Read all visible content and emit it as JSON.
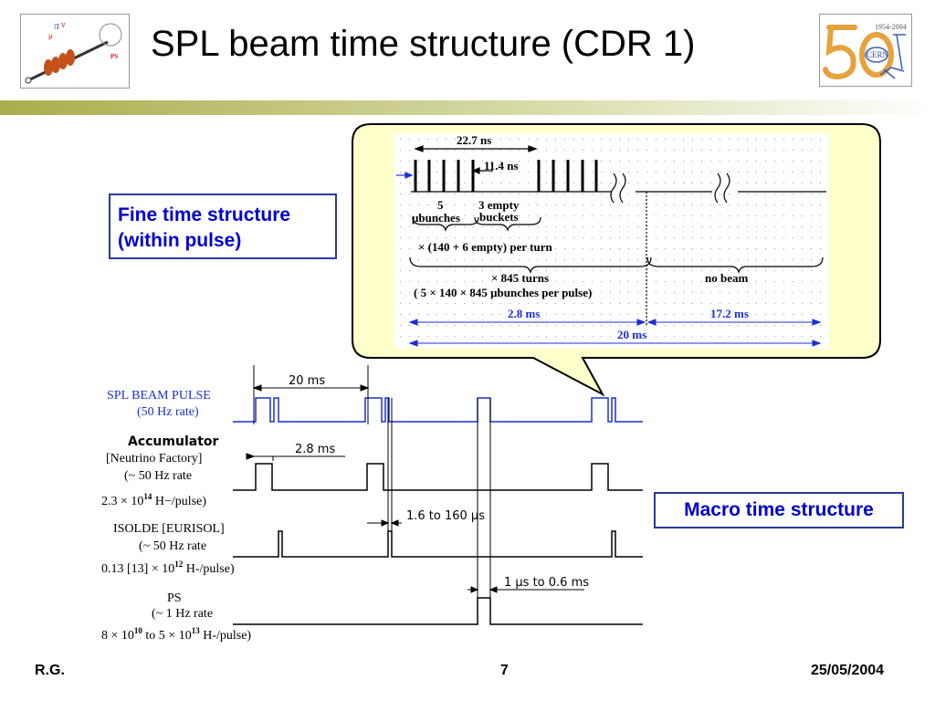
{
  "slide": {
    "title": "SPL beam time structure (CDR 1)",
    "colors": {
      "title_bar_start": "#b7bc5c",
      "callout_fill": "#ffffcc",
      "label_blue": "#0000cc",
      "diagram_blue": "#1b2fd0"
    }
  },
  "logos": {
    "left": {
      "description_icon": "spl-logo-icon",
      "text": "PS"
    },
    "right": {
      "description_icon": "cern-50-logo-icon",
      "years": "1954-2004",
      "text": "CERN"
    }
  },
  "fine_structure_label": "Fine time structure (within pulse)",
  "macro_structure_label": "Macro time structure",
  "fine_diagram": {
    "bunch_spacing": "22.7 ns",
    "gap": "11.4 ns",
    "bunches_count": "5",
    "bunches_unit": "μbunches",
    "empty_count": "3 empty",
    "empty_unit": "buckets",
    "per_turn": "× (140 + 6 empty) per turn",
    "turns": "× 845 turns",
    "per_pulse": "( 5 × 140 × 845 μbunches per pulse)",
    "no_beam": "no beam",
    "beam_duration": "2.8 ms",
    "no_beam_duration": "17.2 ms",
    "period": "20 ms"
  },
  "macro_diagram": {
    "period": "20 ms",
    "accumulator_duration": "2.8 ms",
    "isolde_gap": "1.6 to 160 μs",
    "ps_width": "1 μs to 0.6 ms",
    "rows": [
      {
        "name": "spl",
        "line1": "SPL BEAM PULSE",
        "line2": "(50 Hz rate)"
      },
      {
        "name": "accumulator",
        "line1": "Accumulator",
        "line2": "[Neutrino Factory]",
        "line3": "(~ 50 Hz rate",
        "line4_base": "2.3 × 10",
        "line4_exp": "14",
        "line4_tail": " H−/pulse)"
      },
      {
        "name": "isolde",
        "line1": "ISOLDE [EURISOL]",
        "line2": "(~ 50 Hz rate",
        "line3_base": "0.13 [13] × 10",
        "line3_exp": "12",
        "line3_tail": " H-/pulse)"
      },
      {
        "name": "ps",
        "line1": "PS",
        "line2": "(~ 1 Hz rate",
        "line3_base1": "8 × 10",
        "line3_exp1": "10",
        "line3_mid": " to 5 × 10",
        "line3_exp2": "13",
        "line3_tail": " H-/pulse)"
      }
    ]
  },
  "footer": {
    "author": "R.G.",
    "page": "7",
    "date": "25/05/2004"
  }
}
